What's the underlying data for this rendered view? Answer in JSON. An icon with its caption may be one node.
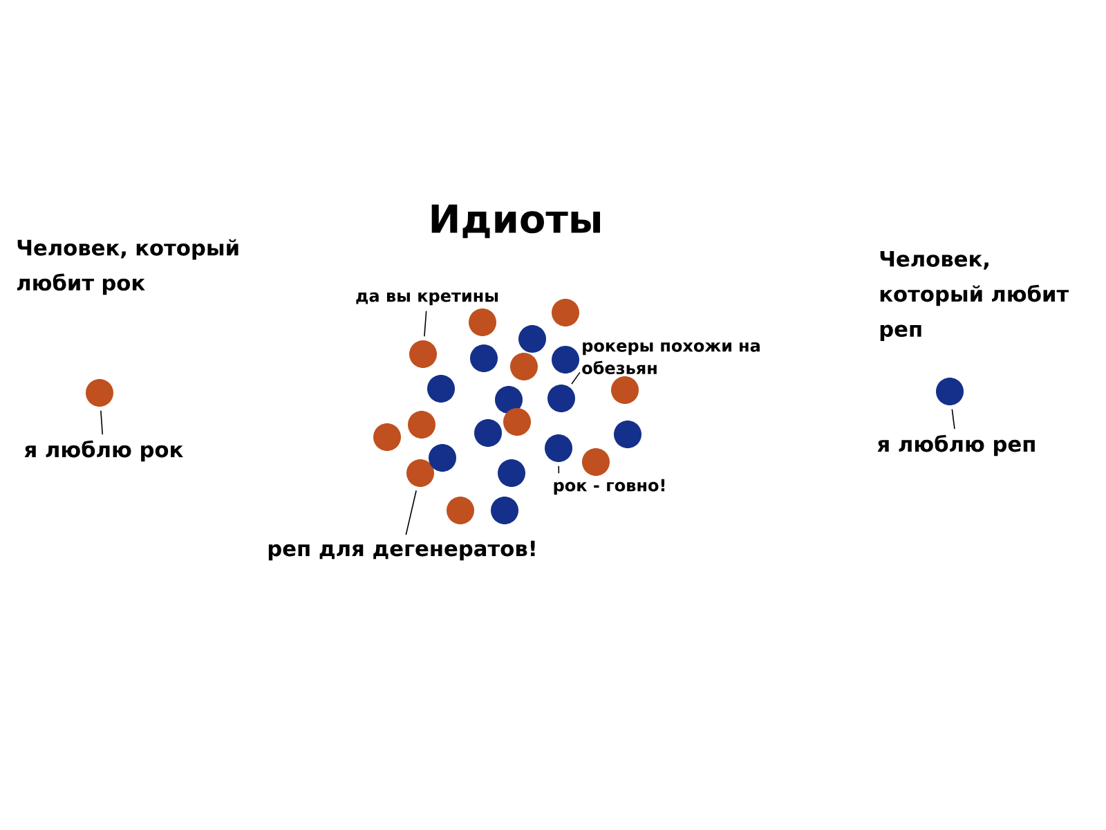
{
  "diagram": {
    "title": "Идиоты",
    "nodes": [
      {
        "text": [
          "я люблю рок"
        ]
      },
      {
        "text": [
          "да вы кретины"
        ]
      },
      {
        "text": [
          "рокеры похожи на обезьян"
        ]
      },
      {
        "text": [
          "рок - говно!"
        ]
      },
      {
        "text": [
          "реп для дегенератов!"
        ]
      },
      {
        "text": [
          "я люблю реп"
        ]
      },
      {
        "text": [],
        "shape": "circle"
      },
      {
        "text": [],
        "shape": "circle"
      },
      {
        "text": [],
        "shape": "circle"
      },
      {
        "text": [],
        "shape": "circle"
      },
      {
        "text": [],
        "shape": "circle"
      },
      {
        "text": [],
        "shape": "circle"
      },
      {
        "text": [],
        "shape": "circle"
      },
      {
        "text": [],
        "shape": "circle"
      },
      {
        "text": [],
        "shape": "circle"
      },
      {
        "text": [],
        "shape": "circle"
      },
      {
        "text": [],
        "shape": "circle"
      },
      {
        "text": [],
        "shape": "circle"
      },
      {
        "text": [],
        "shape": "circle"
      },
      {
        "text": [],
        "shape": "circle"
      },
      {
        "text": [],
        "shape": "circle"
      },
      {
        "text": [],
        "shape": "circle"
      },
      {
        "text": [],
        "shape": "circle"
      },
      {
        "text": [],
        "shape": "circle"
      },
      {
        "text": [],
        "shape": "circle"
      },
      {
        "text": [],
        "shape": "circle"
      },
      {
        "text": [],
        "shape": "circle"
      },
      {
        "text": [],
        "shape": "circle"
      },
      {
        "text": [],
        "shape": "circle"
      },
      {
        "text": [],
        "shape": "circle"
      },
      {
        "text": [],
        "shape": "circle"
      }
    ],
    "edges": [
      {
        "from": 0,
        "to": 6,
        "arrow": "none"
      },
      {
        "from": 1,
        "to": 10,
        "arrow": "none"
      },
      {
        "from": 2,
        "to": 24,
        "arrow": "none"
      },
      {
        "from": 3,
        "to": 23,
        "arrow": "none"
      },
      {
        "from": 4,
        "to": 8,
        "arrow": "none"
      },
      {
        "from": 5,
        "to": 30,
        "arrow": "none"
      }
    ],
    "labels": [
      "Человек, который любит рок",
      "Человек, который любит реп"
    ]
  }
}
